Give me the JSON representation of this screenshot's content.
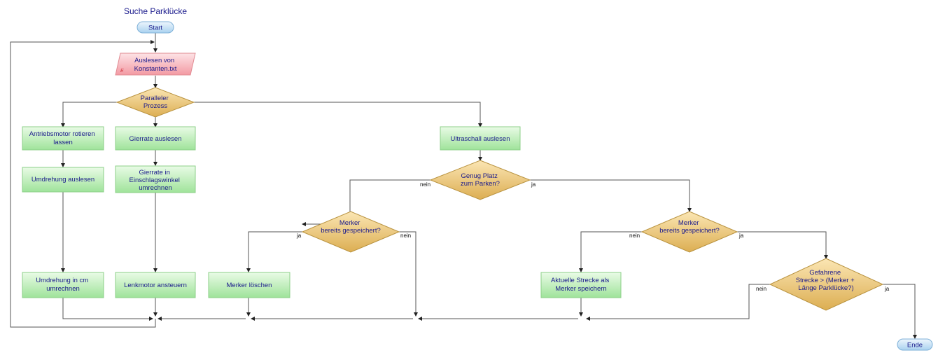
{
  "title": "Suche Parklücke",
  "terminals": {
    "start": "Start",
    "end": "Ende"
  },
  "io": {
    "read_constants": [
      "Auslesen von",
      "Konstanten.txt"
    ],
    "io_marker": "E"
  },
  "decisions": {
    "parallel": [
      "Paralleler",
      "Prozess"
    ],
    "space": [
      "Genug Platz",
      "zum Parken?"
    ],
    "marker_left": [
      "Merker",
      "bereits gespeichert?"
    ],
    "marker_right": [
      "Merker",
      "bereits gespeichert?"
    ],
    "distance": [
      "Gefahrene",
      "Strecke > (Merker +",
      "Länge Parklücke?)"
    ]
  },
  "processes": {
    "drive_motor": [
      "Antriebsmotor rotieren",
      "lassen"
    ],
    "read_rotation": [
      "Umdrehung auslesen"
    ],
    "rotation_cm": [
      "Umdrehung in cm",
      "umrechnen"
    ],
    "read_yaw": [
      "Gierrate auslesen"
    ],
    "yaw_convert": [
      "Gierrate in",
      "Einschlagswinkel",
      "umrechnen"
    ],
    "steer_motor": [
      "Lenkmotor ansteuern"
    ],
    "read_ultrasound": [
      "Ultraschall auslesen"
    ],
    "delete_marker": [
      "Merker löschen"
    ],
    "save_marker": [
      "Aktuelle Strecke als",
      "Merker speichern"
    ]
  },
  "labels": {
    "space_no": "nein",
    "space_yes": "ja",
    "ml_yes": "ja",
    "ml_no": "nein",
    "mr_no": "nein",
    "mr_yes": "ja",
    "dist_no": "nein",
    "dist_yes": "ja"
  },
  "colors": {
    "process_top": "#e9fbe6",
    "process_bottom": "#9fe39a",
    "process_border": "#8ccf88",
    "decision_top": "#fbe6b4",
    "decision_bottom": "#dcae52",
    "decision_border": "#b8923f",
    "io_top": "#fde3e6",
    "io_bottom": "#f39aa3",
    "io_border": "#e08a92",
    "terminal_top": "#eef6fd",
    "terminal_bottom": "#a9d1ef",
    "terminal_border": "#7fb1d8",
    "text": "#1a1a8c",
    "line": "#555555"
  }
}
